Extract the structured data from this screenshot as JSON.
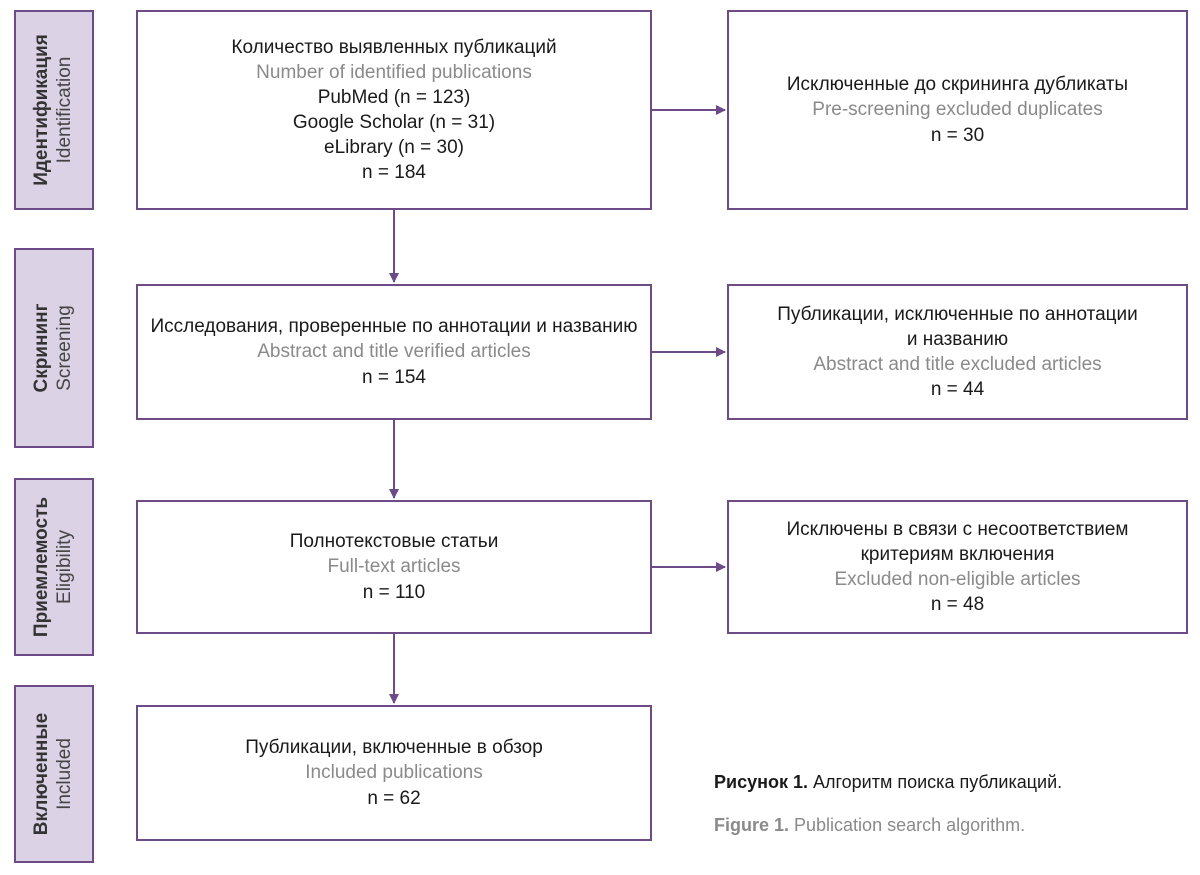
{
  "stages": {
    "identification": {
      "ru": "Идентификация",
      "en": "Identification"
    },
    "screening": {
      "ru": "Скрининг",
      "en": "Screening"
    },
    "eligibility": {
      "ru": "Приемлемость",
      "en": "Eligibility"
    },
    "included": {
      "ru": "Включенные",
      "en": "Included"
    }
  },
  "boxes": {
    "identified": {
      "ru": "Количество выявленных публикаций",
      "en": "Number of identified publications",
      "lines": [
        "PubMed (n = 123)",
        "Google Scholar (n = 31)",
        "eLibrary (n = 30)"
      ],
      "n": "n = 184"
    },
    "duplicates": {
      "ru": "Исключенные до скрининга дубликаты",
      "en": "Pre-screening excluded duplicates",
      "n": "n = 30"
    },
    "screened": {
      "ru": "Исследования, проверенные по аннотации и названию",
      "en": "Abstract and title verified articles",
      "n": "n = 154"
    },
    "screen_excluded": {
      "ru_1": "Публикации, исключенные по аннотации",
      "ru_2": "и названию",
      "en": "Abstract and title excluded articles",
      "n": "n = 44"
    },
    "fulltext": {
      "ru": "Полнотекстовые статьи",
      "en": "Full-text articles",
      "n": "n = 110"
    },
    "non_eligible": {
      "ru_1": "Исключены в связи с несоответствием",
      "ru_2": "критериям включения",
      "en": "Excluded non-eligible articles",
      "n": "n = 48"
    },
    "included": {
      "ru": "Публикации, включенные в обзор",
      "en": "Included publications",
      "n": "n = 62"
    }
  },
  "caption": {
    "ru_label": "Рисунок 1.",
    "ru_text": " Алгоритм поиска публикаций.",
    "en_label": "Figure 1.",
    "en_text": " Publication search algorithm."
  },
  "colors": {
    "accent": "#6d4b86",
    "stage_fill": "#dcd2e6",
    "english_text": "#8a8a8a"
  }
}
